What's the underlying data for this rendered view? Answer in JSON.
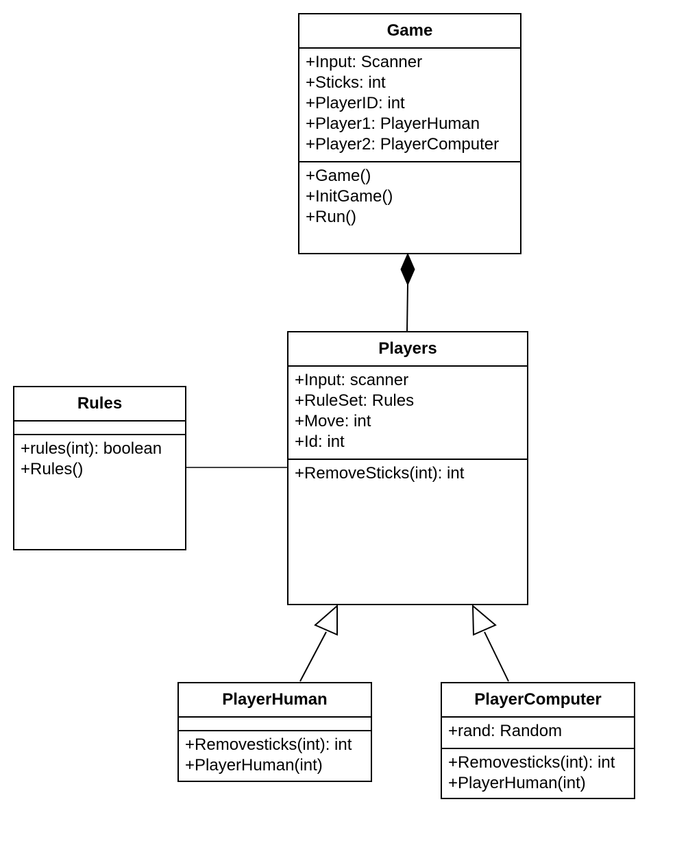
{
  "classes": {
    "game": {
      "name": "Game",
      "attributes": [
        "+Input: Scanner",
        "+Sticks: int",
        "+PlayerID: int",
        "+Player1: PlayerHuman",
        "+Player2: PlayerComputer"
      ],
      "methods": [
        "+Game()",
        "+InitGame()",
        "+Run()"
      ]
    },
    "players": {
      "name": "Players",
      "attributes": [
        "+Input: scanner",
        "+RuleSet: Rules",
        "+Move: int",
        "+Id: int"
      ],
      "methods": [
        "+RemoveSticks(int): int"
      ]
    },
    "rules": {
      "name": "Rules",
      "attributes": [],
      "methods": [
        "+rules(int): boolean",
        "+Rules()"
      ]
    },
    "player_human": {
      "name": "PlayerHuman",
      "attributes": [],
      "methods": [
        "+Removesticks(int): int",
        "+PlayerHuman(int)"
      ]
    },
    "player_computer": {
      "name": "PlayerComputer",
      "attributes": [
        "+rand: Random"
      ],
      "methods": [
        "+Removesticks(int): int",
        "+PlayerHuman(int)"
      ]
    }
  },
  "relationships": [
    {
      "type": "composition",
      "from": "Players",
      "to": "Game"
    },
    {
      "type": "association",
      "from": "Rules",
      "to": "Players"
    },
    {
      "type": "generalization",
      "from": "PlayerHuman",
      "to": "Players"
    },
    {
      "type": "generalization",
      "from": "PlayerComputer",
      "to": "Players"
    }
  ]
}
